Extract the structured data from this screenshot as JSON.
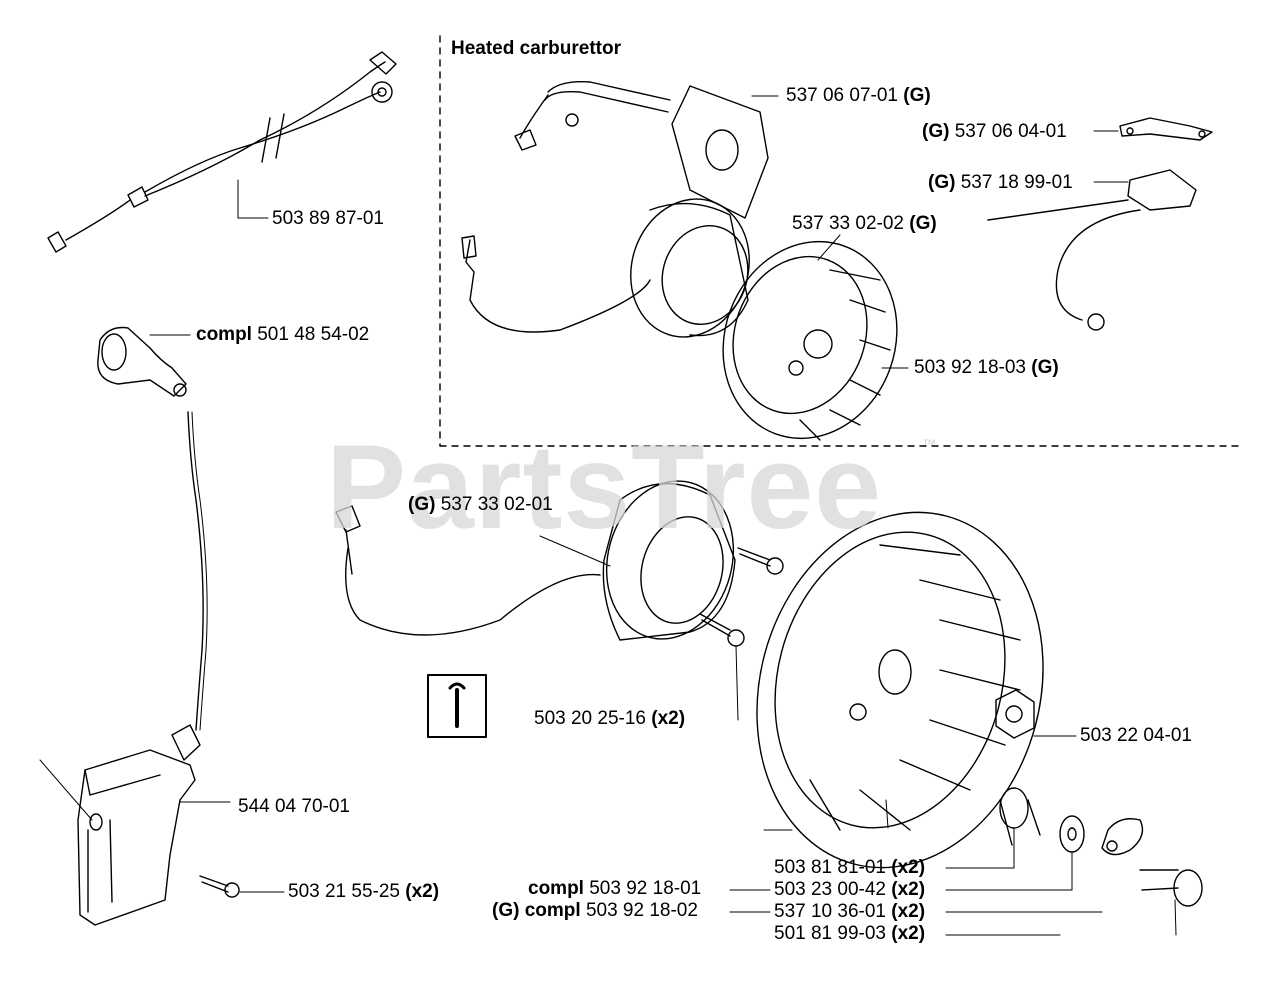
{
  "watermark": {
    "text": "PartsTree",
    "tm": "™"
  },
  "heading": "Heated carburettor",
  "labels": {
    "l1": {
      "pre": "",
      "num": "503 89 87-01",
      "post": ""
    },
    "l2": {
      "pre": "compl",
      "num": "501 48 54-02",
      "post": ""
    },
    "l3": {
      "pre": "",
      "num": "537 06 07-01",
      "post": "(G)"
    },
    "l4": {
      "pre": "(G)",
      "num": "537 06 04-01",
      "post": ""
    },
    "l5": {
      "pre": "(G)",
      "num": "537 18 99-01",
      "post": ""
    },
    "l6": {
      "pre": "",
      "num": "537 33 02-02",
      "post": "(G)"
    },
    "l7": {
      "pre": "",
      "num": "503 92 18-03",
      "post": "(G)"
    },
    "l8": {
      "pre": "(G)",
      "num": "537 33 02-01",
      "post": ""
    },
    "l9": {
      "pre": "",
      "num": "503 20 25-16",
      "post": "(x2)"
    },
    "l10": {
      "pre": "",
      "num": "503 22 04-01",
      "post": ""
    },
    "l11": {
      "pre": "",
      "num": "544 04 70-01",
      "post": ""
    },
    "l12": {
      "pre": "",
      "num": "503 21 55-25",
      "post": "(x2)"
    },
    "l13": {
      "pre": "",
      "num": "503 81 81-01",
      "post": "(x2)"
    },
    "l14": {
      "pre": "",
      "num": "503 23 00-42",
      "post": "(x2)"
    },
    "l15": {
      "pre": "",
      "num": "537 10 36-01",
      "post": "(x2)"
    },
    "l16": {
      "pre": "",
      "num": "501 81 99-03",
      "post": "(x2)"
    },
    "l17": {
      "pre": "compl",
      "num": "503 92 18-01",
      "post": ""
    },
    "l18": {
      "pre": "(G) compl",
      "num": "503 92 18-02",
      "post": ""
    }
  }
}
